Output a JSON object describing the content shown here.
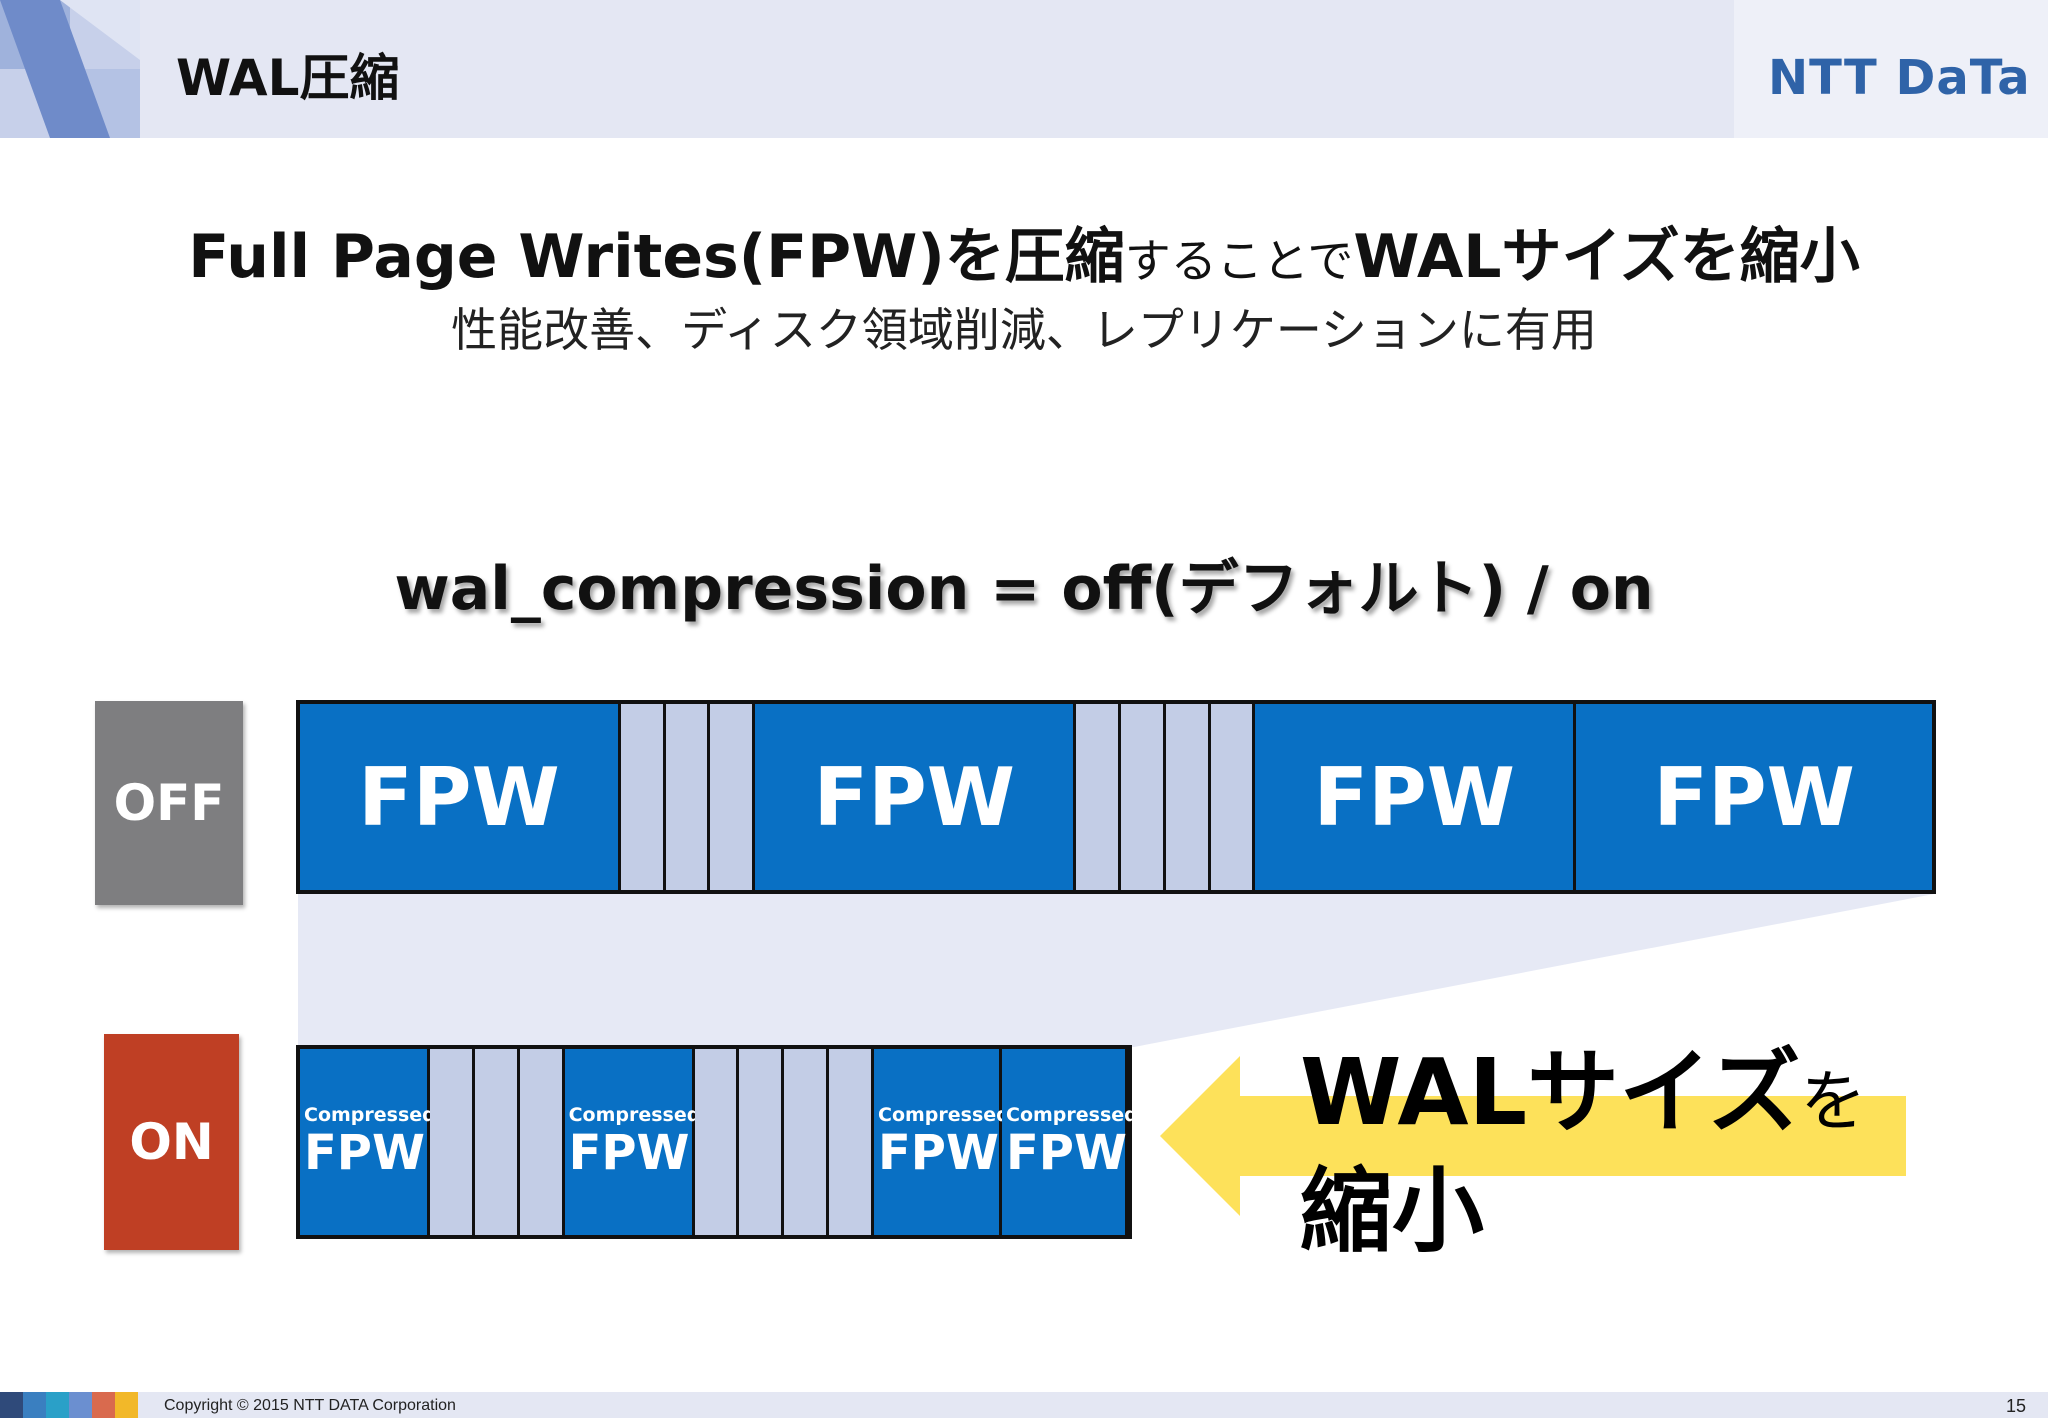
{
  "header": {
    "title": "WAL圧縮",
    "logo": "NTT DaTa"
  },
  "main": {
    "headline_bold": "Full Page Writes(FPW)を圧縮",
    "headline_small": "することで",
    "headline_bold2": "WALサイズを縮小",
    "subline": "性能改善、ディスク領域削減、レプリケーションに有用",
    "param_line": "wal_compression = off(デフォルト) / on"
  },
  "diagram": {
    "off_label": "OFF",
    "on_label": "ON",
    "fpw_label": "FPW",
    "compressed_label": "Compressed",
    "callout_line1": "WALサイズ",
    "callout_wo": "を",
    "callout_line2": "縮小"
  },
  "footer": {
    "copyright": "Copyright © 2015 NTT DATA Corporation",
    "page_number": "15"
  },
  "colors": {
    "fpw_blue": "#0970c4",
    "gap_light": "#c3cde6",
    "off_gray": "#7e7e80",
    "on_red": "#bf3f24",
    "arrow_yellow": "#fde15a",
    "header_band": "#e4e7f3"
  }
}
